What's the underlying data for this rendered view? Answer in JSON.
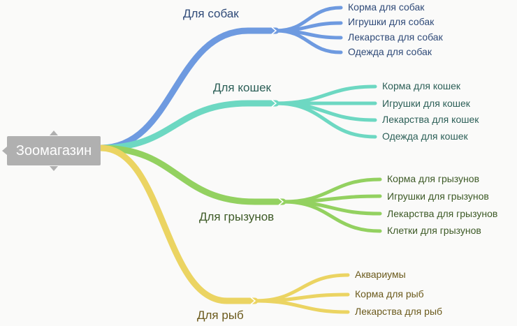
{
  "root": {
    "label": "Зоомагазин",
    "color": "#b0b0b0"
  },
  "branches": [
    {
      "label": "Для собак",
      "color": "#6e9ae0",
      "text_color": "#2f4a78",
      "leaves": [
        "Корма для собак",
        "Игрушки для собак",
        "Лекарства для собак",
        "Одежда для собак"
      ]
    },
    {
      "label": "Для кошек",
      "color": "#6dd8c2",
      "text_color": "#2c5f57",
      "leaves": [
        "Корма для кошек",
        "Игрушки для кошек",
        "Лекарства для кошек",
        "Одежда для кошек"
      ]
    },
    {
      "label": "Для грызунов",
      "color": "#93d160",
      "text_color": "#3d5a26",
      "leaves": [
        "Корма для грызунов",
        "Игрушки для грызунов",
        "Лекарства для грызунов",
        "Клетки для грызунов"
      ]
    },
    {
      "label": "Для рыб",
      "color": "#ebd462",
      "text_color": "#6b5a1c",
      "leaves": [
        "Аквариумы",
        "Корма для рыб",
        "Лекарства для рыб"
      ]
    }
  ]
}
